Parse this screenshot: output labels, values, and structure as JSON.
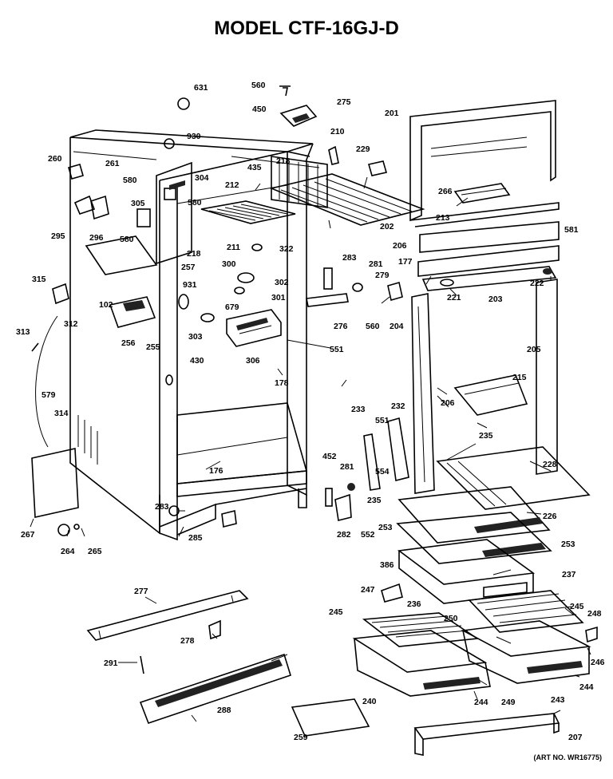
{
  "title": "MODEL CTF-16GJ-D",
  "art_number": "(ART NO. WR16775)",
  "parts": [
    "631",
    "560",
    "450",
    "275",
    "201",
    "930",
    "210",
    "229",
    "218",
    "260",
    "261",
    "435",
    "304",
    "212",
    "580",
    "266",
    "305",
    "580",
    "213",
    "295",
    "296",
    "580",
    "202",
    "581",
    "211",
    "206",
    "322",
    "283",
    "177",
    "281",
    "218",
    "257",
    "300",
    "279",
    "302",
    "222",
    "315",
    "931",
    "221",
    "203",
    "301",
    "312",
    "102",
    "679",
    "276",
    "560",
    "204",
    "313",
    "303",
    "551",
    "256",
    "255",
    "306",
    "205",
    "430",
    "178",
    "215",
    "579",
    "206",
    "314",
    "233",
    "232",
    "551",
    "235",
    "554",
    "452",
    "228",
    "281",
    "176",
    "267",
    "283",
    "235",
    "226",
    "285",
    "282",
    "552",
    "253",
    "253",
    "264",
    "265",
    "386",
    "237",
    "277",
    "247",
    "236",
    "245",
    "245",
    "248",
    "278",
    "250",
    "246",
    "291",
    "244",
    "244",
    "240",
    "249",
    "243",
    "288",
    "259",
    "207"
  ]
}
